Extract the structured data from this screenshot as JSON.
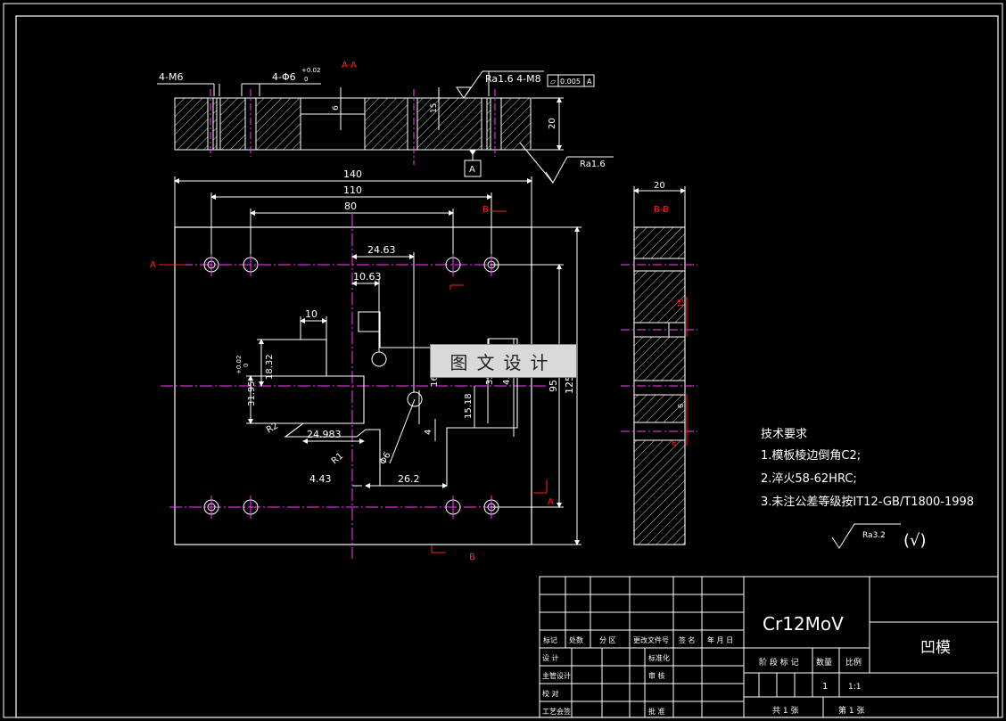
{
  "section_aa": {
    "title": "A-A",
    "callout_m6": "4-M6",
    "callout_phi6": "4-Φ6",
    "tol_upper": "+0.02",
    "tol_lower": "0",
    "callout_ra_m8": "Ra1.6 4-M8",
    "dim_6": "6",
    "dim_15": "15",
    "dim_20": "20",
    "datum": "A",
    "flatness_symbol": "⏥",
    "flatness_value": "0.005",
    "flatness_datum": "A",
    "ra_bottom": "Ra1.6"
  },
  "plan_view": {
    "dim_140": "140",
    "dim_110": "110",
    "dim_80": "80",
    "dim_24_63": "24.63",
    "dim_10_63": "10.63",
    "dim_10": "10",
    "dim_18_32": "18.32",
    "dim_31_95": "31.95",
    "tol_31_95_upper": "+0.02",
    "tol_31_95_lower": "0",
    "dim_16": "16",
    "dim_35": "35",
    "dim_15_18": "15.18",
    "dim_4_3": "4.3",
    "dim_95": "95",
    "dim_125": "125",
    "dim_r2": "R2",
    "dim_24_983": "24.983",
    "dim_r1": "R1",
    "dim_phi6": "Φ6",
    "dim_4": "4",
    "dim_4_43": "4.43",
    "dim_26_2": "26.2",
    "section_a": "A",
    "section_b": "B"
  },
  "section_bb": {
    "title": "B-B",
    "dim_20": "20",
    "dim_15": "15",
    "dim_6": "6",
    "dim_6b": "6"
  },
  "tech_requirements": {
    "heading": "技术要求",
    "items": [
      "1.模板棱边倒角C2;",
      "2.淬火58-62HRC;",
      "3.未注公差等级按IT12-GB/T1800-1998"
    ],
    "roughness": "Ra3.2",
    "roughness_other": "(√)"
  },
  "title_block": {
    "material": "Cr12MoV",
    "part_name": "凹模",
    "header_cols": [
      "标记",
      "处数",
      "分 区",
      "更改文件号",
      "签 名",
      "年 月 日"
    ],
    "row_labels": [
      "设 计",
      "主管设计",
      "校 对",
      "工艺会签"
    ],
    "mid_labels": [
      "标准化",
      "审 核",
      "",
      "批 准"
    ],
    "stage_labels": [
      "阶 段 标 记",
      "数量",
      "比例"
    ],
    "quantity": "1",
    "scale": "1:1",
    "sheets_total": "共 1 张",
    "sheet_no": "第 1 张"
  },
  "watermark": "图文设计"
}
